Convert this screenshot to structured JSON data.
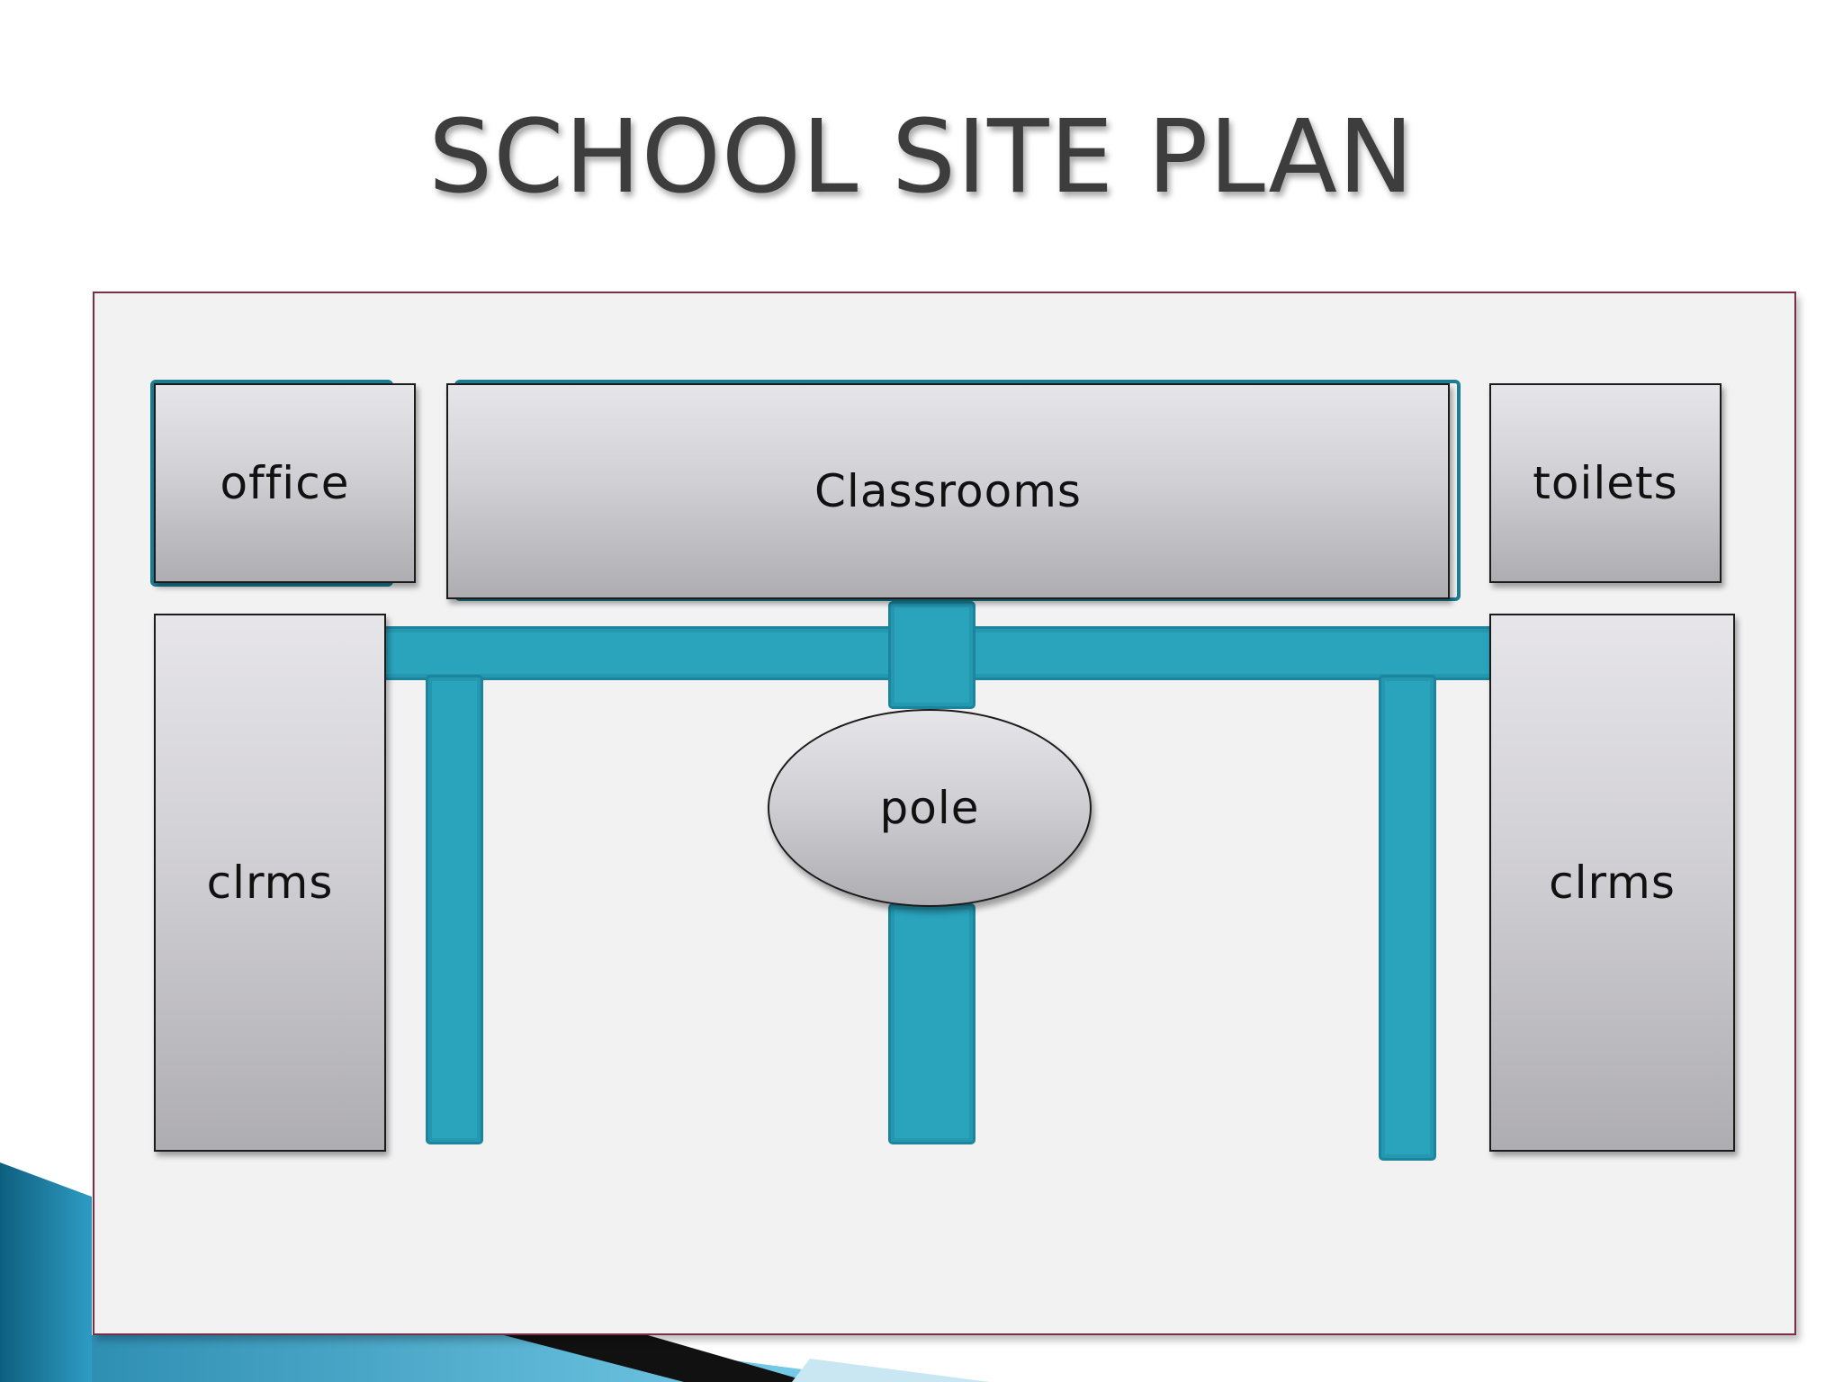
{
  "title": "SCHOOL SITE PLAN",
  "colors": {
    "path_fill": "#2aa3bd",
    "path_border": "#1c849d",
    "title": "#3d3d3d",
    "frame_border": "#7a2e4a"
  },
  "rooms": {
    "office": "office",
    "classrooms": "Classrooms",
    "toilets": "toilets",
    "left_classrooms": "clrms",
    "right_classrooms": "clrms",
    "pole": "pole"
  }
}
